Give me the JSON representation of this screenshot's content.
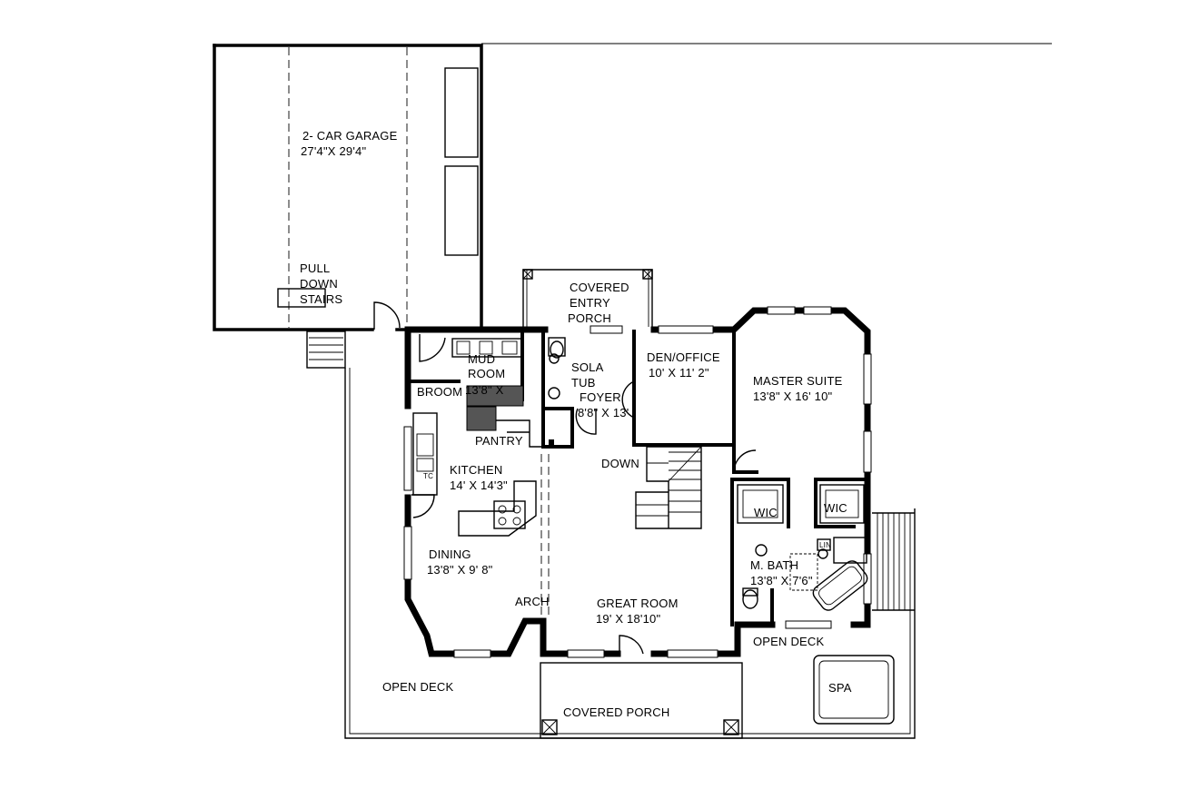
{
  "plan": {
    "garage": {
      "name": "2- CAR GARAGE",
      "size": "27'4\"X 29'4\""
    },
    "pull_down_stairs": {
      "line1": "PULL",
      "line2": "DOWN",
      "line3": "STAIRS"
    },
    "covered_entry_porch": {
      "line1": "COVERED",
      "line2": "ENTRY",
      "line3": "PORCH"
    },
    "mud_room": {
      "line1": "MUD",
      "line2": "ROOM",
      "size": "13'8\" X"
    },
    "broom": "BROOM",
    "sola_tub": {
      "line1": "SOLA",
      "line2": "TUB"
    },
    "foyer": {
      "name": "FOYER",
      "size": "8'8\" X 13'"
    },
    "den_office": {
      "name": "DEN/OFFICE",
      "size": "10' X 11' 2\""
    },
    "master_suite": {
      "name": "MASTER SUITE",
      "size": "13'8\" X 16' 10\""
    },
    "pantry": "PANTRY",
    "kitchen": {
      "name": "KITCHEN",
      "size": "14' X 14'3\""
    },
    "down": "DOWN",
    "wic_left": "WIC",
    "wic_right": "WIC",
    "m_bath": {
      "name": "M. BATH",
      "size": "13'8\" X 7'6\""
    },
    "dining": {
      "name": "DINING",
      "size": "13'8\" X 9' 8\""
    },
    "arch": "ARCH",
    "great_room": {
      "name": "GREAT ROOM",
      "size": "19' X 18'10\""
    },
    "open_deck_right": "OPEN DECK",
    "open_deck_left": "OPEN DECK",
    "spa": "SPA",
    "covered_porch": "COVERED PORCH",
    "fixture_lin": "LIN",
    "fixture_tc": "TC"
  }
}
